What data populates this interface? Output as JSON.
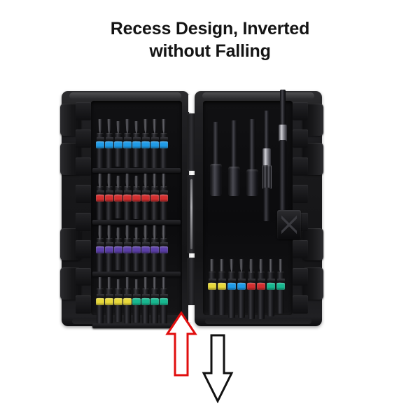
{
  "title": {
    "line1": "Recess Design, Inverted",
    "line2": "without Falling"
  },
  "colors": {
    "background": "#ffffff",
    "title_text": "#141414",
    "case_body": "#18181a",
    "band_blue": "#1E9BE8",
    "band_red": "#D32F2F",
    "band_purple": "#5B3FA8",
    "band_yellow": "#E8D93A",
    "band_green": "#17B890",
    "arrow_up": "#E10E0E",
    "arrow_down": "#111111"
  },
  "case": {
    "label": "impact driver bit set case",
    "state": "open",
    "hinge_label": "case-hinge",
    "left_panel": {
      "label": "left tray",
      "rows": [
        {
          "name": "row-blue-phillips",
          "band_color": "#1E9BE8",
          "tip_type": "ph",
          "count": 8
        },
        {
          "name": "row-red-torx",
          "band_color": "#D32F2F",
          "tip_type": "tx",
          "count": 8
        },
        {
          "name": "row-purple-torx",
          "band_color": "#5B3FA8",
          "tip_type": "tx",
          "count": 8
        },
        {
          "name": "row-yellow-green-mixed",
          "band_color": "#E8D93A",
          "band_color_2": "#17B890",
          "tip_type": "sq",
          "count": 8,
          "split_at": 4
        }
      ]
    },
    "right_panel": {
      "label": "right tray",
      "sockets": {
        "name": "nut-driver-sockets",
        "count": 3
      },
      "holders": {
        "name": "magnetic-bit-holders",
        "count": 2
      },
      "clip": "belt-clip-block",
      "bottom_row": {
        "name": "row-power-bits",
        "count": 8,
        "band_colors": [
          "#E8D93A",
          "#E8D93A",
          "#1E9BE8",
          "#1E9BE8",
          "#D32F2F",
          "#D32F2F",
          "#17B890",
          "#17B890"
        ],
        "tip_types": [
          "sl",
          "sl",
          "ph",
          "ph",
          "tx",
          "tx",
          "sq",
          "sq"
        ]
      }
    }
  },
  "annotations": {
    "arrow_up": {
      "name": "arrow-up-red",
      "direction": "up",
      "color": "#E10E0E"
    },
    "arrow_down": {
      "name": "arrow-down-black",
      "direction": "down",
      "color": "#111111"
    }
  }
}
